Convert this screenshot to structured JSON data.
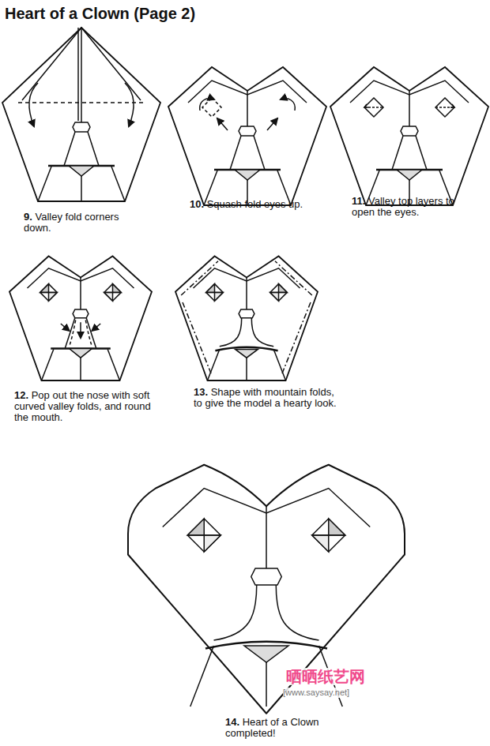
{
  "diagram": {
    "title": "Heart of a Clown (Page 2)",
    "labels": [
      "9.",
      "Valley fold corners down.",
      "10.",
      "Squash fold eyes up.",
      "11.",
      "Valley top layers to open the eyes.",
      "12.",
      "Pop out the nose with soft curved valley folds, and round the mouth.",
      "13.",
      "Shape with mountain folds, to give the model a hearty look.",
      "14.",
      "Heart of a Clown completed!",
      "晒晒纸艺网",
      "[www.saysay.net]"
    ]
  }
}
